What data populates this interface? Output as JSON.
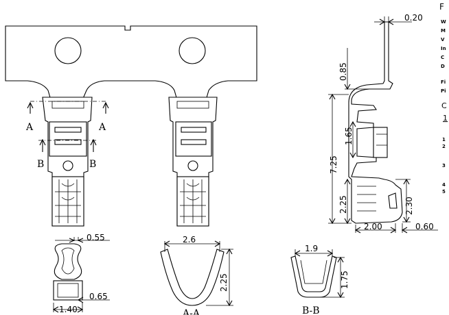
{
  "dimensions": {
    "d020": "0.20",
    "d085": "0.85",
    "d725": "7.25",
    "d165": "1.65",
    "d225_side": "2.25",
    "d230": "2.30",
    "d200": "2.00",
    "d060": "0.60",
    "d055": "0.55",
    "d065": "0.65",
    "d140": "1.40",
    "d26": "2.6",
    "d225_aa": "2.25",
    "d19": "1.9",
    "d175": "1.75"
  },
  "section_markers": {
    "a_left": "A",
    "a_right": "A",
    "b_left": "B",
    "b_right": "B"
  },
  "section_titles": {
    "aa": "A-A",
    "bb": "B-B"
  },
  "side_text": {
    "title_letter": "F",
    "spec_lines": [
      "W",
      "M",
      "V",
      "In",
      "C",
      "D"
    ],
    "finish_lines": [
      "Fi",
      "Pi"
    ],
    "col_letter": "C",
    "col_number": "1",
    "notes": [
      "1",
      "2",
      "3",
      "4",
      "5"
    ]
  }
}
